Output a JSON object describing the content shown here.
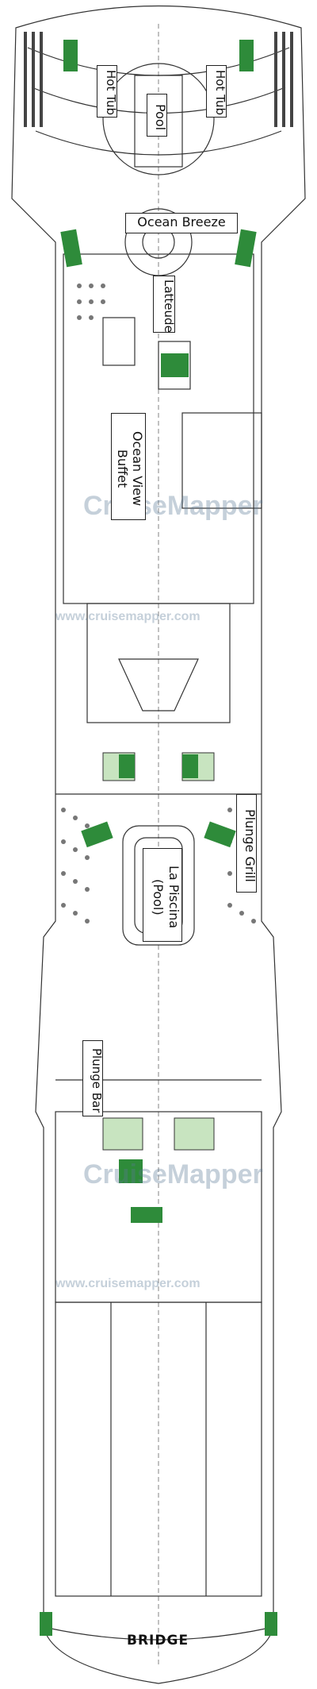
{
  "labels": {
    "hot_tub_left": "Hot Tub",
    "hot_tub_right": "Hot Tub",
    "pool": "Pool",
    "ocean_breeze": "Ocean Breeze",
    "latteude": "Latteude",
    "ocean_view_buffet": "Ocean View Buffet",
    "plunge_grill": "Plunge Grill",
    "la_piscina_line1": "La Piscina",
    "la_piscina_line2": "(Pool)",
    "plunge_bar": "Plunge Bar",
    "bridge": "BRIDGE"
  },
  "watermark": {
    "brand": "CruiseMapper",
    "url": "www.cruisemapper.com"
  },
  "colors": {
    "stair_green": "#2e8b3a",
    "lift_green": "#c8e4c0",
    "line": "#333333",
    "watermark": "#5a7896"
  }
}
